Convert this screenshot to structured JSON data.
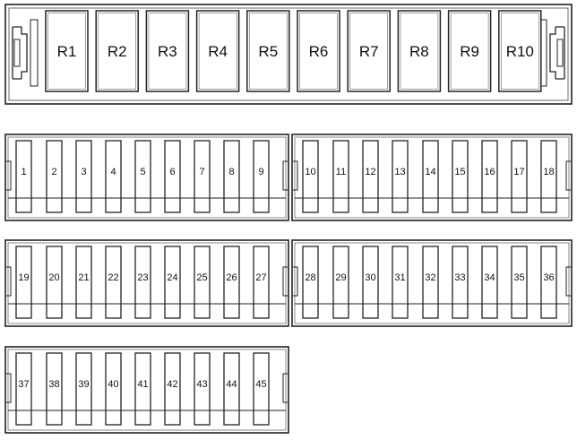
{
  "relay_block": {
    "relays": [
      "R1",
      "R2",
      "R3",
      "R4",
      "R5",
      "R6",
      "R7",
      "R8",
      "R9",
      "R10"
    ]
  },
  "fuse_blocks": [
    {
      "fuses": [
        "1",
        "2",
        "3",
        "4",
        "5",
        "6",
        "7",
        "8",
        "9"
      ]
    },
    {
      "fuses": [
        "10",
        "11",
        "12",
        "13",
        "14",
        "15",
        "16",
        "17",
        "18"
      ]
    },
    {
      "fuses": [
        "19",
        "20",
        "21",
        "22",
        "23",
        "24",
        "25",
        "26",
        "27"
      ]
    },
    {
      "fuses": [
        "28",
        "29",
        "30",
        "31",
        "32",
        "33",
        "34",
        "35",
        "36"
      ]
    },
    {
      "fuses": [
        "37",
        "38",
        "39",
        "40",
        "41",
        "42",
        "43",
        "44",
        "45"
      ]
    }
  ],
  "colors": {
    "stroke": "#222222",
    "background": "#ffffff"
  }
}
